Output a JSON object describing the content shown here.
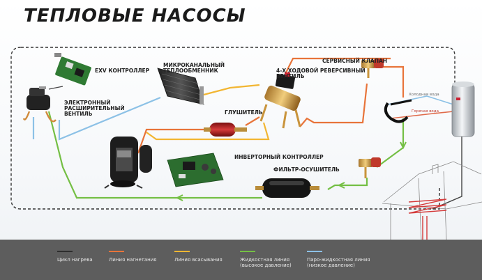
{
  "title": "ТЕПЛОВЫЕ НАСОСЫ",
  "labels": {
    "exv_controller": "EXV КОНТРОЛЛЕР",
    "microchannel": "МИКРОКАНАЛЬНЫЙ\nТЕПЛООБМЕННИК",
    "service_valve": "СЕРВИСНЫЙ КЛАПАН",
    "reversing_valve": "4-Х ХОДОВОЙ РЕВЕРСИВНЫЙ\nВЕНТИЛЬ",
    "expansion_valve": "ЭЛЕКТРОННЫЙ\nРАСШИРИТЕЛЬНЫЙ\nВЕНТИЛЬ",
    "muffler": "ГЛУШИТЕЛЬ",
    "inverter": "ИНВЕРТОРНЫЙ КОНТРОЛЛЕР",
    "filter": "ФИЛЬТР-ОСУШИТЕЛЬ",
    "cold_water": "Холодная вода",
    "hot_water": "Горячая вода"
  },
  "legend": [
    {
      "text": "Цикл нагрева",
      "color": "#2e2e2e"
    },
    {
      "text": "Линия нагнетания",
      "color": "#e8743a"
    },
    {
      "text": "Линия всасывания",
      "color": "#f2b632"
    },
    {
      "text": "Жидкостная линия\n(высокое давление)",
      "color": "#74bf44"
    },
    {
      "text": "Паро-жидкостная линия\n(низкое давление)",
      "color": "#8cc1e6"
    }
  ],
  "colors": {
    "discharge": "#e8743a",
    "suction": "#f2b632",
    "liquid": "#74bf44",
    "vapor_liquid": "#8cc1e6",
    "legend_bar": "#5d5d5d"
  }
}
